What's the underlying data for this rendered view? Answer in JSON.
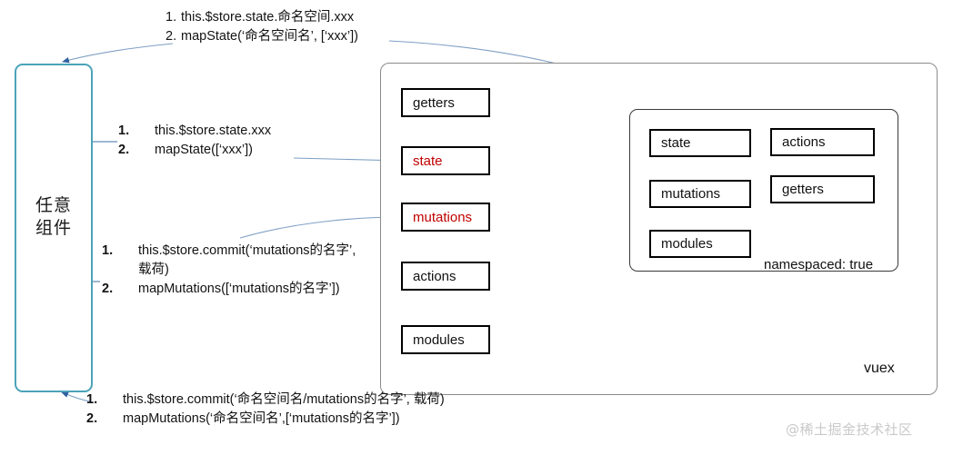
{
  "diagram": {
    "title": "Vuex namespaced module data flow",
    "colors": {
      "component_border": "#4BA3B8",
      "core_border": "#000000",
      "highlight_text": "#c00000",
      "arrow": "#4472A8",
      "container_border": "#8b8b8b",
      "watermark": "#c9c9c9"
    }
  },
  "component": {
    "label": "任意\n组件",
    "label_line1": "任意",
    "label_line2": "组件"
  },
  "vuex": {
    "label": "vuex",
    "core_boxes": [
      {
        "id": "getters",
        "label": "getters",
        "highlight": false
      },
      {
        "id": "state",
        "label": "state",
        "highlight": true
      },
      {
        "id": "mutations",
        "label": "mutations",
        "highlight": true
      },
      {
        "id": "actions",
        "label": "actions",
        "highlight": false
      },
      {
        "id": "modules",
        "label": "modules",
        "highlight": false
      }
    ]
  },
  "module": {
    "namespaced_label": "namespaced: true",
    "boxes_left": [
      {
        "id": "state",
        "label": "state"
      },
      {
        "id": "mutations",
        "label": "mutations"
      },
      {
        "id": "modules",
        "label": "modules"
      }
    ],
    "boxes_right": [
      {
        "id": "actions",
        "label": "actions"
      },
      {
        "id": "getters",
        "label": "getters"
      }
    ]
  },
  "notes": {
    "top": {
      "items": [
        {
          "num": "1.",
          "text": "this.$store.state.命名空间.xxx"
        },
        {
          "num": "2.",
          "text": "mapState(‘命名空间名’, [‘xxx’])"
        }
      ]
    },
    "state_access": {
      "items": [
        {
          "num": "1.",
          "text": "this.$store.state.xxx"
        },
        {
          "num": "2.",
          "text": "mapState([‘xxx’])"
        }
      ]
    },
    "commit": {
      "items": [
        {
          "num": "1.",
          "text": "this.$store.commit(‘mutations的名字’, 载荷)"
        },
        {
          "num": "2.",
          "text": "mapMutations([‘mutations的名字’])"
        }
      ]
    },
    "bottom": {
      "items": [
        {
          "num": "1.",
          "text": "this.$store.commit(‘命名空间名/mutations的名字’, 载荷)"
        },
        {
          "num": "2.",
          "text": "mapMutations(‘命名空间名’,[‘mutations的名字’])"
        }
      ]
    }
  },
  "watermark": {
    "text": "@稀土掘金技术社区"
  }
}
